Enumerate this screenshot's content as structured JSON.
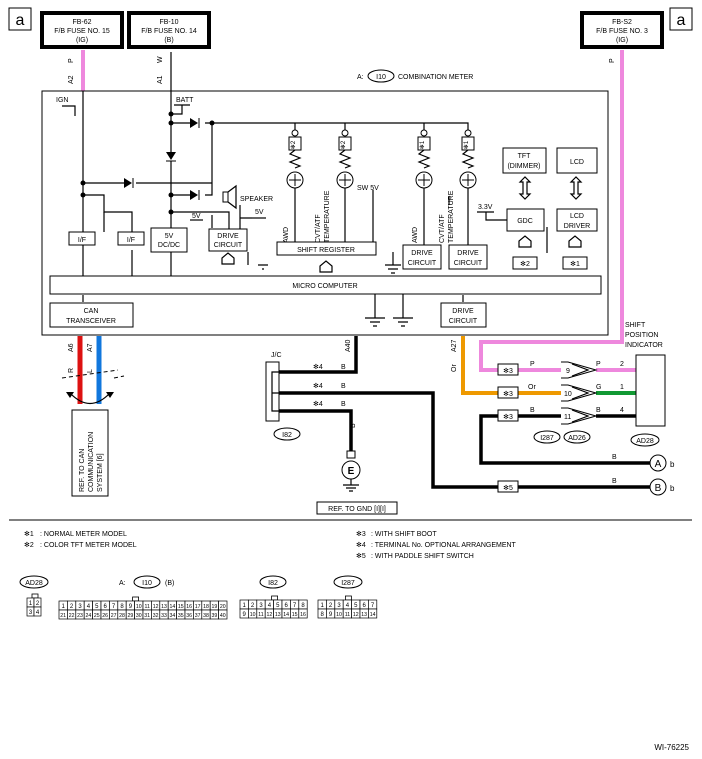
{
  "page_letter": "a",
  "fuses": [
    {
      "id": "FB-62",
      "name": "F/B FUSE NO. 15",
      "type": "(IG)"
    },
    {
      "id": "FB-10",
      "name": "F/B FUSE NO. 14",
      "type": "(B)"
    },
    {
      "id": "FB-S2",
      "name": "F/B FUSE NO. 3",
      "type": "(IG)"
    }
  ],
  "meter_title": {
    "prefix": "A:",
    "connector": "I10",
    "name": "COMBINATION METER"
  },
  "pins": {
    "a2": "A2",
    "a1": "A1",
    "p_left": "P",
    "w": "W",
    "p_right": "P",
    "a6": "A6",
    "a7": "A7",
    "a40": "A40",
    "a27": "A27"
  },
  "blocks": {
    "ign": "IGN",
    "batt": "BATT",
    "if1": "I/F",
    "if2": "I/F",
    "dcdc_1": "5V",
    "dcdc_2": "DC/DC",
    "drive_1": "DRIVE",
    "drive_2": "CIRCUIT",
    "speaker": "SPEAKER",
    "v5a": "5V",
    "v5b": "5V",
    "v5c": "5V",
    "shift_register": "SHIFT REGISTER",
    "sw5v": "SW 5V",
    "awd": "AWD",
    "cvt_1": "CVT/ATF",
    "cvt_2": "TEMPERATURE",
    "tft_1": "TFT",
    "tft_2": "(DIMMER)",
    "lcd": "LCD",
    "gdc": "GDC",
    "lcd_driver_1": "LCD",
    "lcd_driver_2": "DRIVER",
    "v33": "3.3V",
    "micro_computer": "MICRO COMPUTER",
    "can_1": "CAN",
    "can_2": "TRANSCEIVER",
    "star1": "✻1",
    "star2": "✻2"
  },
  "wires": {
    "r": "R",
    "l": "L",
    "b": "B",
    "or": "Or",
    "p": "P",
    "g": "G"
  },
  "jc": {
    "label": "J/C",
    "connector": "I82",
    "star": "✻4"
  },
  "ground": {
    "symbol": "E",
    "ref": "REF. TO GND [I][I]"
  },
  "ref_can": [
    "REF. TO CAN",
    "COMMUNICATION",
    "SYSTEM [6]"
  ],
  "shift_indicator": {
    "label_1": "SHIFT",
    "label_2": "POSITION",
    "label_3": "INDICATOR",
    "connector": "AD28",
    "pins": [
      "2",
      "1",
      "4"
    ]
  },
  "inline_connectors": {
    "c1": "I287",
    "c2": "AD26",
    "pins": [
      "9",
      "10",
      "11"
    ],
    "star": "✻3",
    "star5": "✻5"
  },
  "outputs": [
    {
      "letter": "A",
      "dest": "b"
    },
    {
      "letter": "B",
      "dest": "b"
    }
  ],
  "legend_left": [
    {
      "mark": "✻1",
      "text": ": NORMAL METER MODEL"
    },
    {
      "mark": "✻2",
      "text": ": COLOR TFT METER MODEL"
    }
  ],
  "legend_right": [
    {
      "mark": "✻3",
      "text": ": WITH SHIFT BOOT"
    },
    {
      "mark": "✻4",
      "text": ": TERMINAL No. OPTIONAL ARRANGEMENT"
    },
    {
      "mark": "✻5",
      "text": ": WITH PADDLE SHIFT SWITCH"
    }
  ],
  "connector_views": [
    {
      "name": "AD28",
      "prefix": "",
      "suffix": "",
      "rows": [
        [
          "1",
          "2"
        ],
        [
          "3",
          "4"
        ]
      ]
    },
    {
      "name": "I10",
      "prefix": "A:",
      "suffix": "(B)",
      "rows": [
        [
          "1",
          "2",
          "3",
          "4",
          "5",
          "6",
          "7",
          "8",
          "9",
          "10",
          "11",
          "12",
          "13",
          "14",
          "15",
          "16",
          "17",
          "18",
          "19",
          "20"
        ],
        [
          "21",
          "22",
          "23",
          "24",
          "25",
          "26",
          "27",
          "28",
          "29",
          "30",
          "31",
          "32",
          "33",
          "34",
          "35",
          "36",
          "37",
          "38",
          "39",
          "40"
        ]
      ]
    },
    {
      "name": "I82",
      "prefix": "",
      "suffix": "",
      "rows": [
        [
          "1",
          "2",
          "3",
          "4",
          "5",
          "6",
          "7",
          "8"
        ],
        [
          "9",
          "10",
          "11",
          "12",
          "13",
          "14",
          "15",
          "16"
        ]
      ]
    },
    {
      "name": "I287",
      "prefix": "",
      "suffix": "",
      "rows": [
        [
          "1",
          "2",
          "3",
          "4",
          "5",
          "6",
          "7"
        ],
        [
          "8",
          "9",
          "10",
          "11",
          "12",
          "13",
          "14"
        ]
      ]
    }
  ],
  "figure_id": "WI-76225",
  "colors": {
    "pink": "#ee88dd",
    "red": "#dd1111",
    "blue": "#1177dd",
    "orange": "#ee9900",
    "green": "#119933"
  }
}
